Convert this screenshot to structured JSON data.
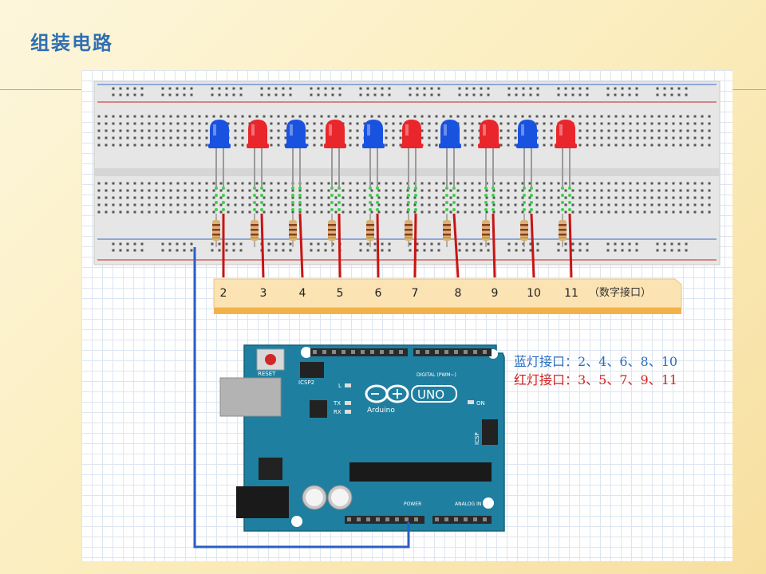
{
  "title": "组装电路",
  "pins": {
    "labels": [
      "2",
      "3",
      "4",
      "5",
      "6",
      "7",
      "8",
      "9",
      "10",
      "11"
    ],
    "note": "（数字接口）"
  },
  "leds": [
    {
      "color": "blue"
    },
    {
      "color": "red"
    },
    {
      "color": "blue"
    },
    {
      "color": "red"
    },
    {
      "color": "blue"
    },
    {
      "color": "red"
    },
    {
      "color": "blue"
    },
    {
      "color": "red"
    },
    {
      "color": "blue"
    },
    {
      "color": "red"
    }
  ],
  "legend": {
    "blue_line": "蓝灯接口：2、4、6、8、10",
    "red_line": "红灯接口：3、5、7、9、11"
  },
  "board": {
    "brand": "Arduino",
    "model": "UNO",
    "reset": "RESET",
    "icsp2": "ICSP2",
    "icsp": "ICSP",
    "digital": "DIGITAL (PWM~)",
    "power": "POWER",
    "analog": "ANALOG IN",
    "l": "L",
    "tx": "TX",
    "rx": "RX",
    "on": "ON"
  },
  "colors": {
    "title": "#2f6fb2",
    "board": "#1f7fa0",
    "led_blue": "#1a52e0",
    "led_red": "#e8262b",
    "wire_red": "#c81414",
    "wire_blue": "#2a5fc8",
    "pin_strip": "#fbe3b3"
  }
}
